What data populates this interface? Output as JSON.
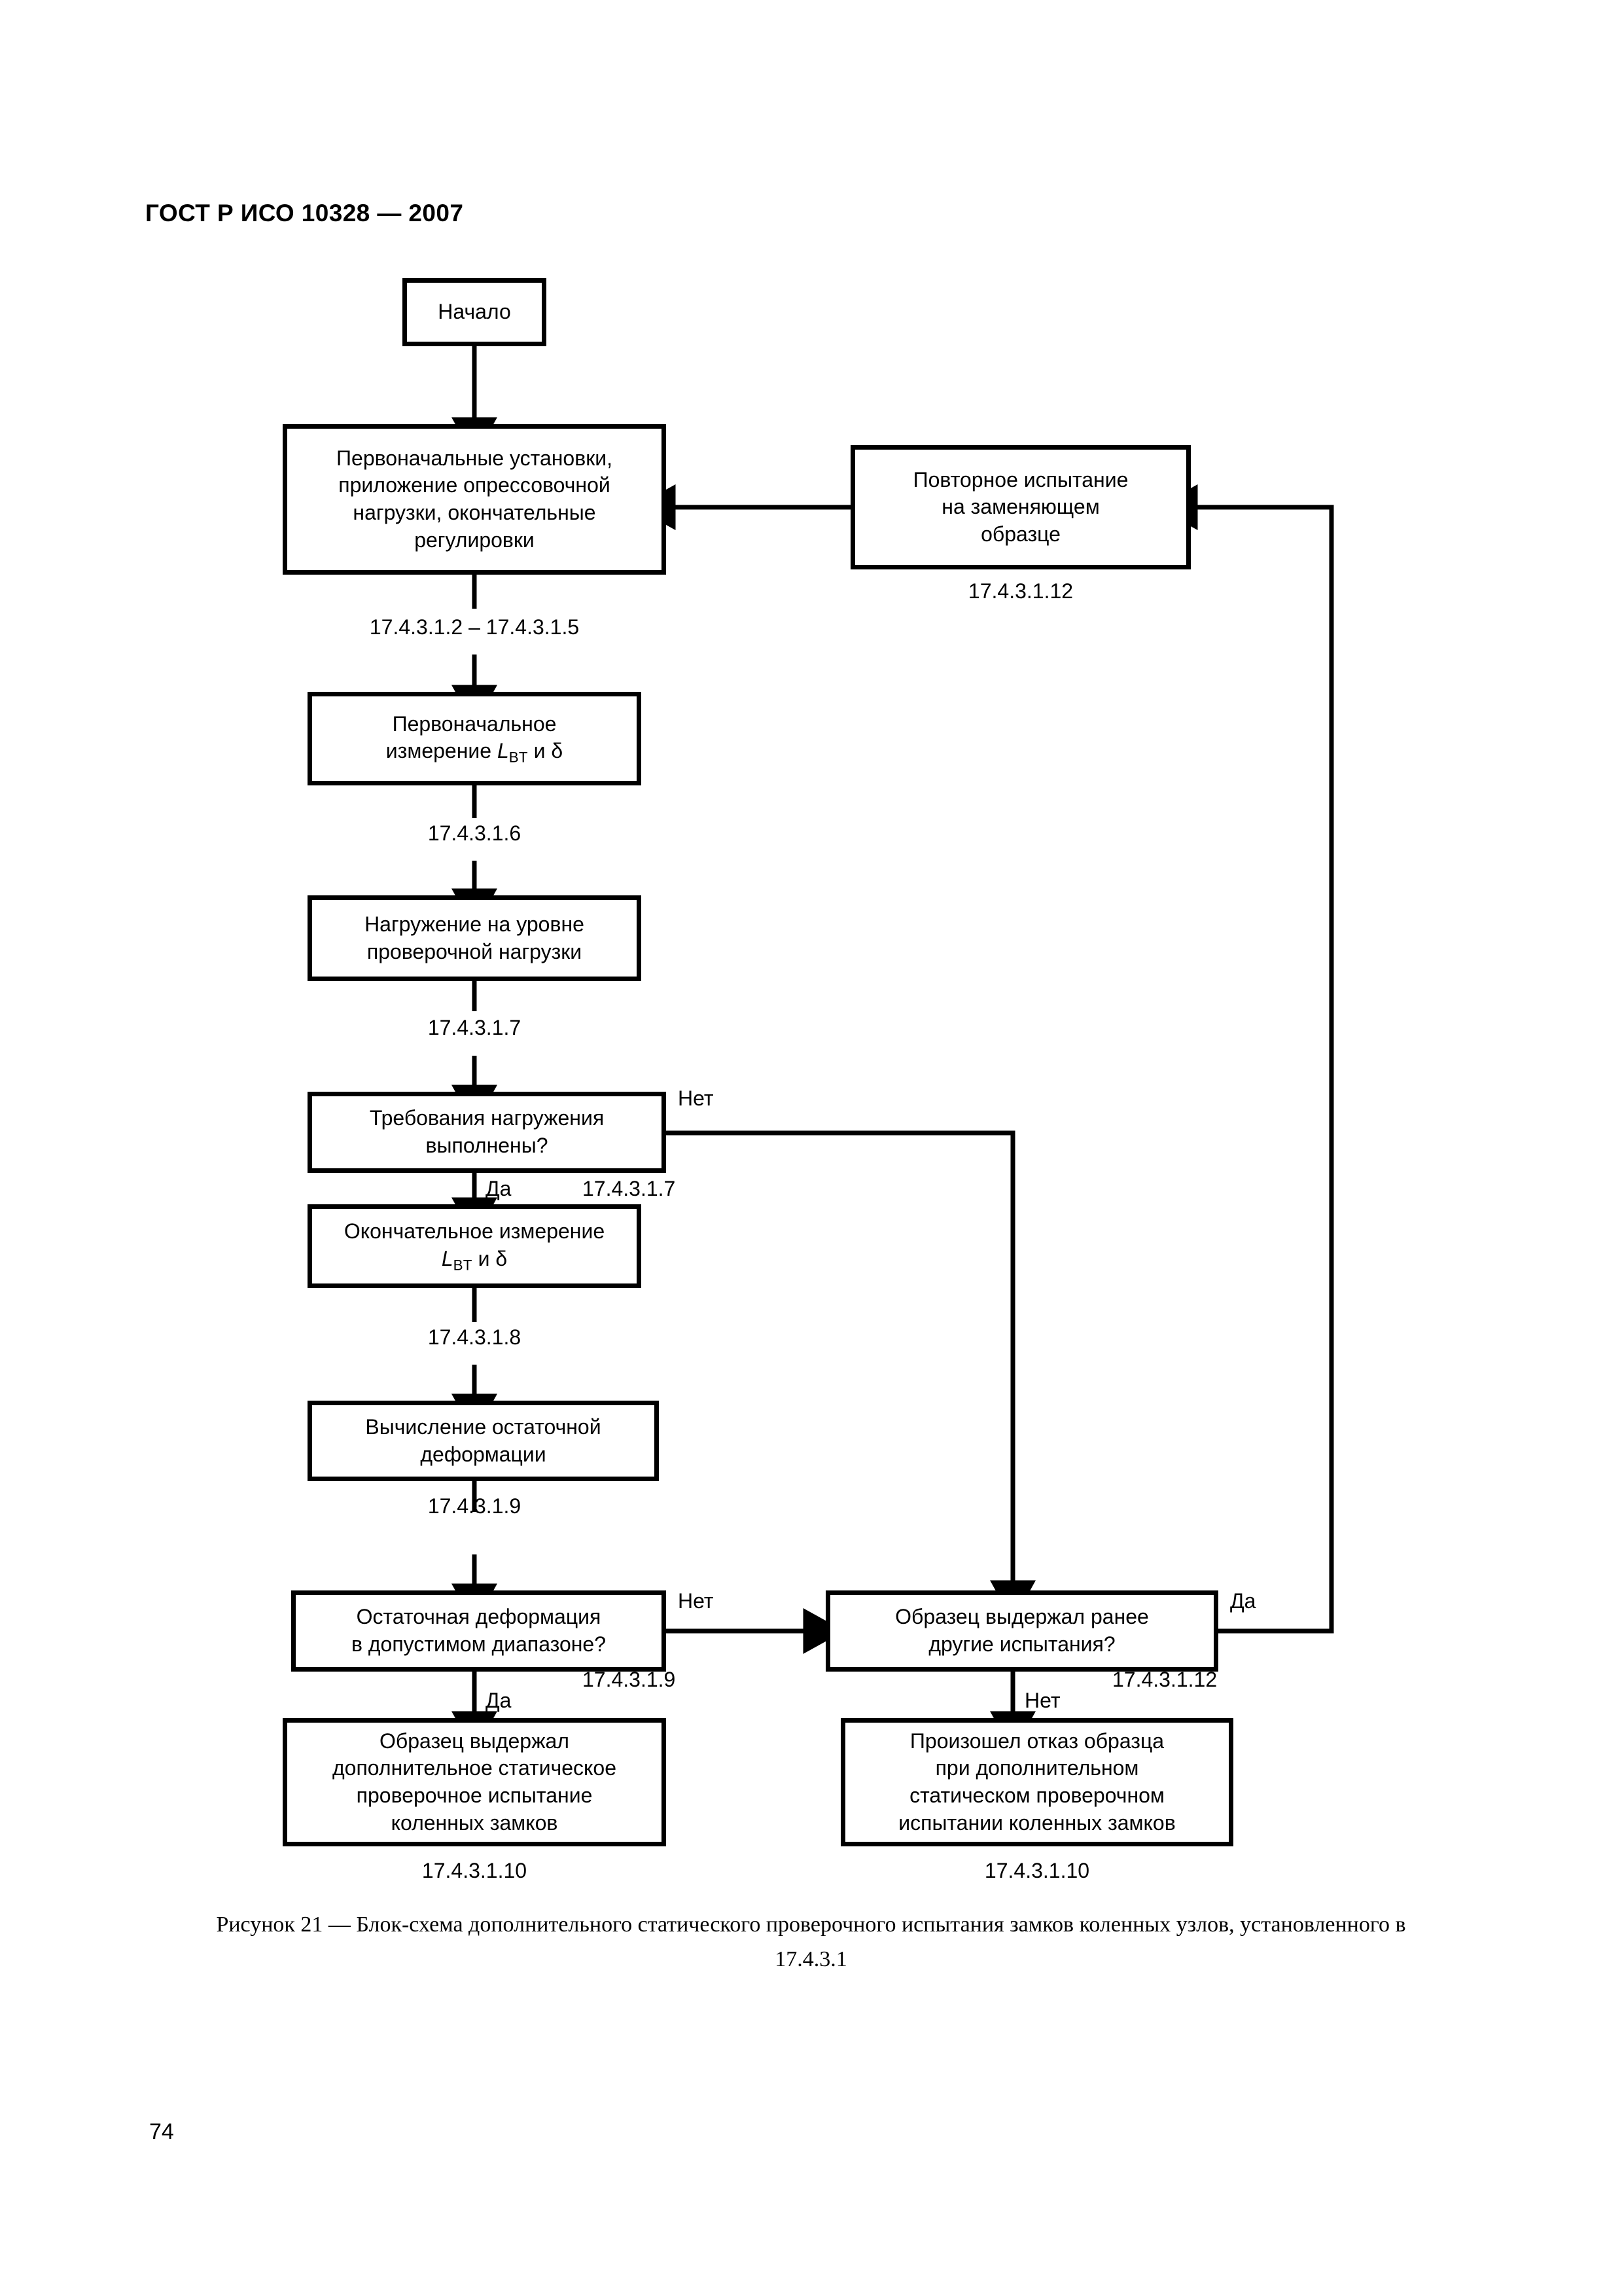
{
  "document": {
    "header": "ГОСТ Р ИСО 10328 — 2007",
    "page_number": "74",
    "caption_line1": "Рисунок 21 — Блок-схема дополнительного статического проверочного испытания замков коленных узлов,",
    "caption_line2": "установленного в 17.4.3.1"
  },
  "flowchart": {
    "nodes": {
      "start": {
        "lines": [
          "Начало"
        ]
      },
      "initial_setup": {
        "lines": [
          "Первоначальные установки,",
          "приложение опрессовочной",
          "нагрузки, окончательные",
          "регулировки"
        ]
      },
      "retest_substitute": {
        "lines": [
          "Повторное испытание",
          "на заменяющем",
          "образце"
        ],
        "clause": "17.4.3.1.12"
      },
      "initial_measure": {
        "line1": "Первоначальное",
        "line2_prefix": "измерение ",
        "line2_symbol": "L",
        "line2_subscript": "BT",
        "line2_suffix": " и δ"
      },
      "apply_proof_load": {
        "lines": [
          "Нагружение на уровне",
          "проверочной нагрузки"
        ]
      },
      "loading_requirements": {
        "lines": [
          "Требования нагружения",
          "выполнены?"
        ]
      },
      "final_measure": {
        "line1": "Окончательное измерение",
        "line2_symbol": "L",
        "line2_subscript": "BT",
        "line2_suffix": " и δ"
      },
      "calc_residual": {
        "lines": [
          "Вычисление остаточной",
          "деформации"
        ]
      },
      "residual_in_range": {
        "lines": [
          "Остаточная деформация",
          "в допустимом диапазоне?"
        ]
      },
      "passed_other_tests": {
        "lines": [
          "Образец выдержал ранее",
          "другие испытания?"
        ]
      },
      "specimen_passed": {
        "lines": [
          "Образец выдержал",
          "дополнительное статическое",
          "проверочное испытание",
          "коленных замков"
        ],
        "clause": "17.4.3.1.10"
      },
      "specimen_failed": {
        "lines": [
          "Произошел отказ образца",
          "при дополнительном",
          "статическом проверочном",
          "испытании коленных замков"
        ],
        "clause": "17.4.3.1.10"
      }
    },
    "clause_labels": {
      "setup_to_initial_measure": "17.4.3.1.2 – 17.4.3.1.5",
      "initial_measure_to_load": "17.4.3.1.6",
      "load_to_decision": "17.4.3.1.7",
      "decision_no_branch": "17.4.3.1.7",
      "final_measure_to_calc": "17.4.3.1.8",
      "calc_to_decision": "17.4.3.1.9",
      "residual_no_branch": "17.4.3.1.9",
      "passed_tests_branch": "17.4.3.1.12"
    },
    "edge_labels": {
      "loading_no": "Нет",
      "loading_yes": "Да",
      "residual_no": "Нет",
      "residual_yes": "Да",
      "passed_yes": "Да",
      "passed_no": "Нет"
    }
  }
}
